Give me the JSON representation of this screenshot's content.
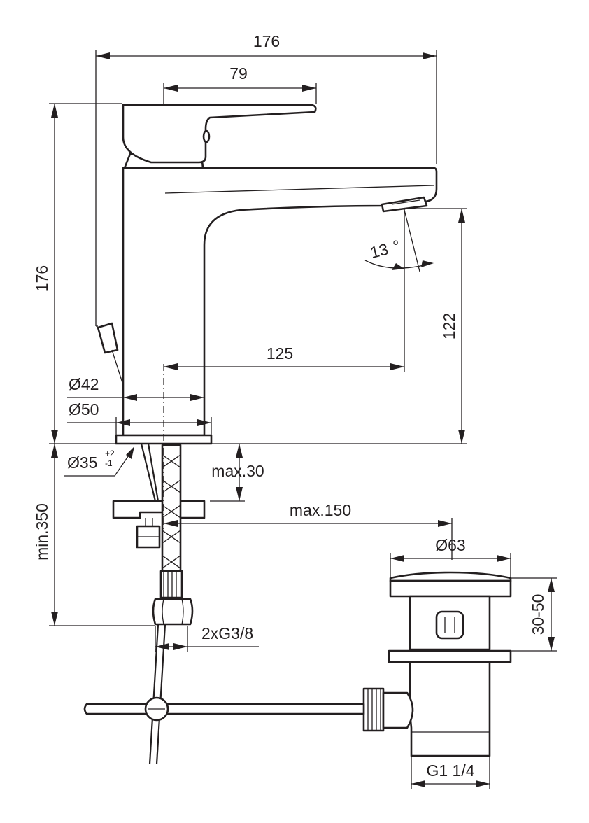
{
  "dimensions": {
    "overall_width": "176",
    "handle_length": "79",
    "overall_height": "176",
    "spout_height": "122",
    "spout_reach": "125",
    "angle_value": "13",
    "angle_unit": "°",
    "body_diameter": "Ø42",
    "base_diameter": "Ø50",
    "hole_diameter": "Ø35",
    "hole_tolerance_upper": "+2",
    "hole_tolerance_lower": "-1",
    "max_deck_thickness": "max.30",
    "min_hose_length": "min.350",
    "max_rod_distance": "max.150",
    "waste_diameter": "Ø63",
    "waste_adjust": "30-50",
    "connection_thread": "2xG3/8",
    "waste_thread": "G1 1/4"
  },
  "colors": {
    "ink": "#231f20",
    "background": "#ffffff"
  }
}
